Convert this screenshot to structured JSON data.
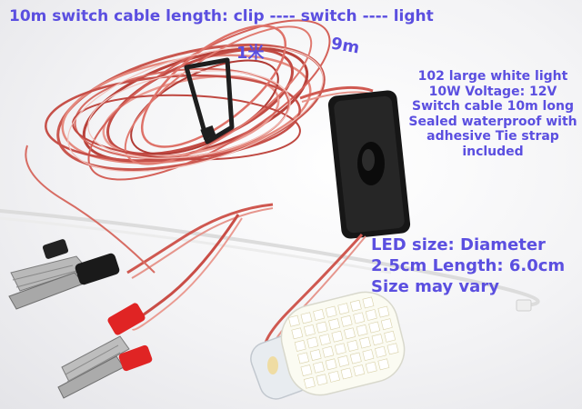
{
  "title": "10m switch cable length: clip ---- switch ---- light",
  "length_mark_start": "1米",
  "length_mark_end": "9m",
  "description": "102 large white light 10W Voltage: 12V Switch cable 10m long Sealed waterproof with adhesive Tie strap included",
  "led_size": "LED size: Diameter 2.5cm Length: 6.0cm Size may vary",
  "colors": {
    "caption_text": "#5b4fe0",
    "cable_red": "#d9534f",
    "switch_black": "#161616",
    "clip_red": "#e02424",
    "led_white": "#fbfbf2"
  },
  "icons": [
    "cable-coil",
    "inline-rocker-switch",
    "alligator-clip",
    "led-lamp",
    "cable-tie"
  ]
}
